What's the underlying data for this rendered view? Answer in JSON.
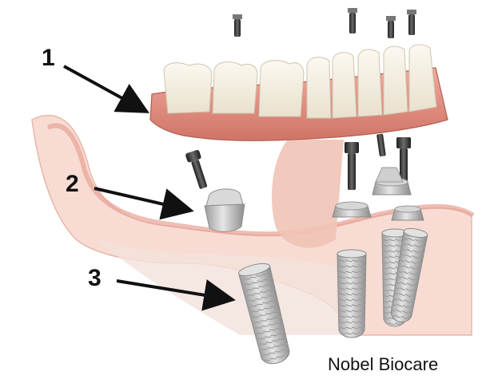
{
  "callouts": [
    {
      "label": "1"
    },
    {
      "label": "2"
    },
    {
      "label": "3"
    }
  ],
  "credit": "Nobel Biocare",
  "colors": {
    "gum": "#e79f94",
    "gum_dark": "#c96e62",
    "tissue": "#f4cfc4",
    "tooth": "#f7f2e6",
    "metal": "#c8c8c8",
    "screw": "#3a3a3a",
    "arrow": "#111111"
  }
}
